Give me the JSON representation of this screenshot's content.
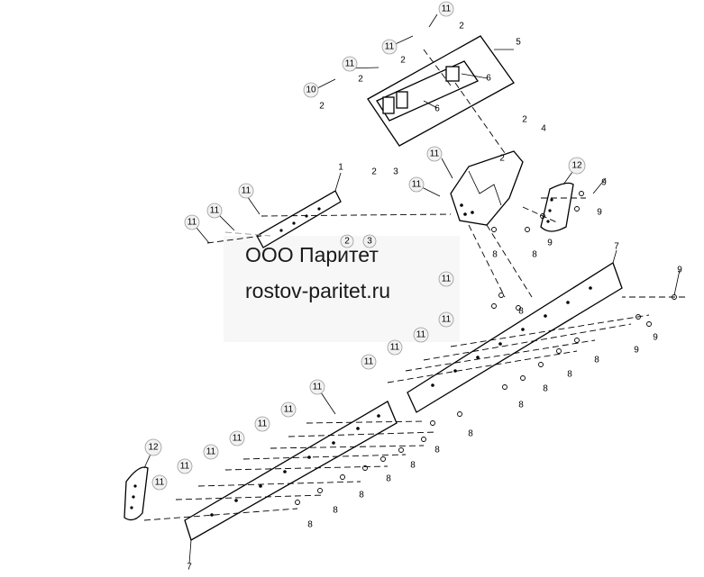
{
  "watermark": {
    "company": "ООО Паритет",
    "site": "rostov-paritet.ru"
  },
  "callouts": {
    "n1": "1",
    "n2": "2",
    "n3": "3",
    "n4": "4",
    "n5": "5",
    "n6": "6",
    "n7": "7",
    "n8": "8",
    "n9": "9",
    "n10": "10",
    "n11": "11",
    "n12": "12"
  }
}
